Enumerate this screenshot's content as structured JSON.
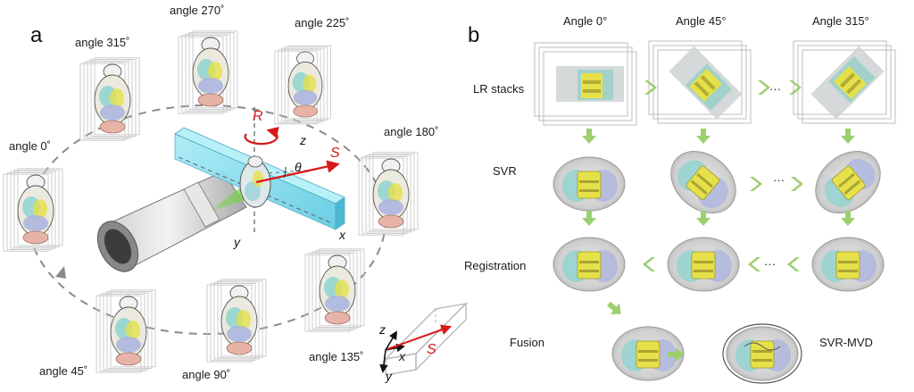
{
  "panel_a": {
    "label": "a",
    "angles": {
      "a0": "angle 0˚",
      "a45": "angle 45˚",
      "a90": "angle 90˚",
      "a135": "angle 135˚",
      "a180": "angle 180˚",
      "a225": "angle 225˚",
      "a270": "angle 270˚",
      "a315": "angle 315˚"
    },
    "axes": {
      "R": "R",
      "S": "S",
      "z": "z",
      "y": "y",
      "x": "x",
      "theta": "θ"
    },
    "inset_axes": {
      "z": "z",
      "x": "x",
      "y": "y",
      "S": "S"
    }
  },
  "panel_b": {
    "label": "b",
    "columns": [
      "Angle 0°",
      "Angle 45°",
      "Angle 315°"
    ],
    "rows": [
      "LR stacks",
      "SVR",
      "Registration",
      "Fusion"
    ],
    "result": "SVR-MVD",
    "ellipsis": "···"
  },
  "colors": {
    "accent_red": "#d8191c",
    "arrow_green": "#9ccf6e",
    "light_sheet": "#7fd9ec",
    "brain_yellow": "#e6e04a",
    "brain_cyan": "#8fd3cf",
    "brain_blue": "#a9b3e0",
    "brain_pink": "#e7b3a6"
  }
}
